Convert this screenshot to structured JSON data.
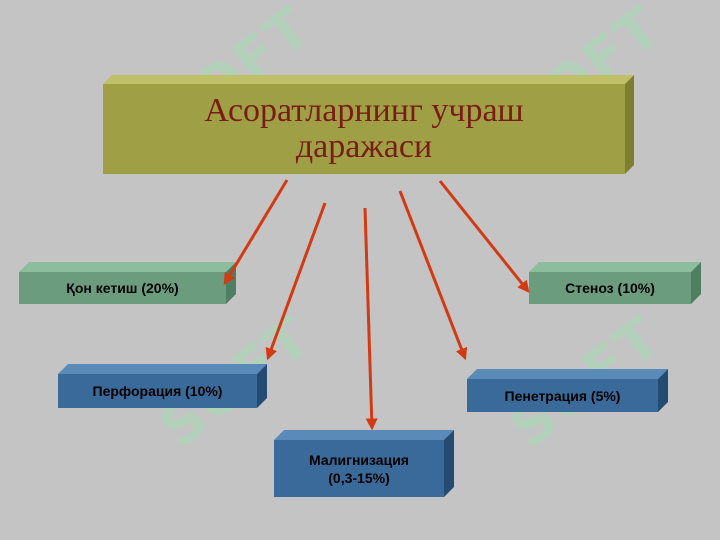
{
  "title": {
    "line1": "Асоратларнинг учраш",
    "line2": "даражаси"
  },
  "nodes": [
    {
      "id": "bleeding",
      "label": "Қон кетиш (20%)"
    },
    {
      "id": "stenosis",
      "label": "Стеноз (10%)"
    },
    {
      "id": "perforation",
      "label": "Перфорация (10%)"
    },
    {
      "id": "penetration",
      "label": "Пенетрация (5%)"
    },
    {
      "id": "malignization",
      "line1": "Малигнизация",
      "line2": "(0,3-15%)"
    }
  ],
  "watermark": "SOFT",
  "colors": {
    "background": "#c4c4c4",
    "title_box": "#9fa046",
    "title_text": "#7a1c14",
    "green_box": "#6b9c7e",
    "blue_box": "#3a6a99",
    "arrow": "#d23a14"
  }
}
